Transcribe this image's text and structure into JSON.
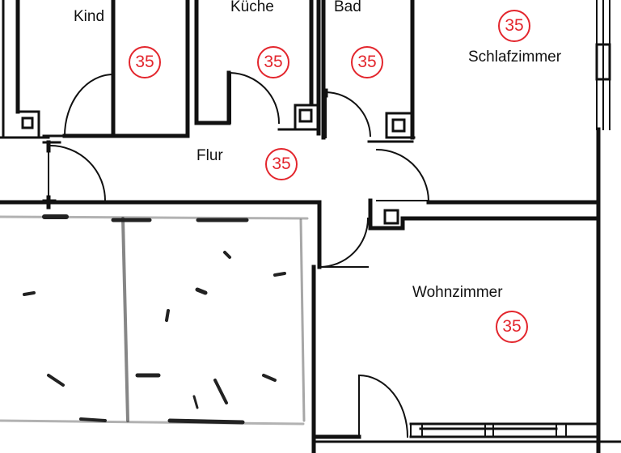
{
  "rooms": {
    "kind": "Kind",
    "kueche": "Küche",
    "bad": "Bad",
    "schlafzimmer": "Schlafzimmer",
    "flur": "Flur",
    "wohnzimmer": "Wohnzimmer"
  },
  "markers": {
    "kind": "35",
    "kueche": "35",
    "bad": "35",
    "schlafzimmer": "35",
    "flur": "35",
    "wohnzimmer": "35"
  },
  "colors": {
    "wall": "#111111",
    "marker": "#e3262d",
    "background": "#ffffff"
  }
}
